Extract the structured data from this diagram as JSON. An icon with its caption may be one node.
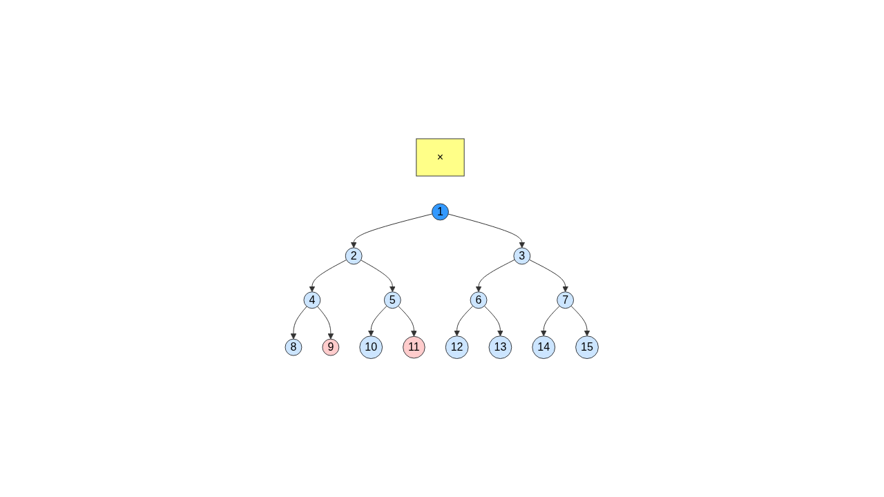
{
  "diagram": {
    "nodes": [
      {
        "text": [
          "×"
        ]
      },
      {
        "text": [
          "1"
        ]
      },
      {
        "text": [
          "2"
        ]
      },
      {
        "text": [
          "3"
        ]
      },
      {
        "text": [
          "4"
        ]
      },
      {
        "text": [
          "5"
        ]
      },
      {
        "text": [
          "6"
        ]
      },
      {
        "text": [
          "7"
        ]
      },
      {
        "text": [
          "8"
        ]
      },
      {
        "text": [
          "9"
        ]
      },
      {
        "text": [
          "10"
        ]
      },
      {
        "text": [
          "11"
        ]
      },
      {
        "text": [
          "12"
        ]
      },
      {
        "text": [
          "13"
        ]
      },
      {
        "text": [
          "14"
        ]
      },
      {
        "text": [
          "15"
        ]
      }
    ],
    "edges": [
      {
        "from": 1,
        "to": 2,
        "arrow": "to"
      },
      {
        "from": 1,
        "to": 3,
        "arrow": "to"
      },
      {
        "from": 2,
        "to": 4,
        "arrow": "to"
      },
      {
        "from": 2,
        "to": 5,
        "arrow": "to"
      },
      {
        "from": 3,
        "to": 6,
        "arrow": "to"
      },
      {
        "from": 3,
        "to": 7,
        "arrow": "to"
      },
      {
        "from": 4,
        "to": 8,
        "arrow": "to"
      },
      {
        "from": 4,
        "to": 9,
        "arrow": "to"
      },
      {
        "from": 5,
        "to": 10,
        "arrow": "to"
      },
      {
        "from": 5,
        "to": 11,
        "arrow": "to"
      },
      {
        "from": 6,
        "to": 12,
        "arrow": "to"
      },
      {
        "from": 6,
        "to": 13,
        "arrow": "to"
      },
      {
        "from": 7,
        "to": 14,
        "arrow": "to"
      },
      {
        "from": 7,
        "to": 15,
        "arrow": "to"
      }
    ]
  }
}
